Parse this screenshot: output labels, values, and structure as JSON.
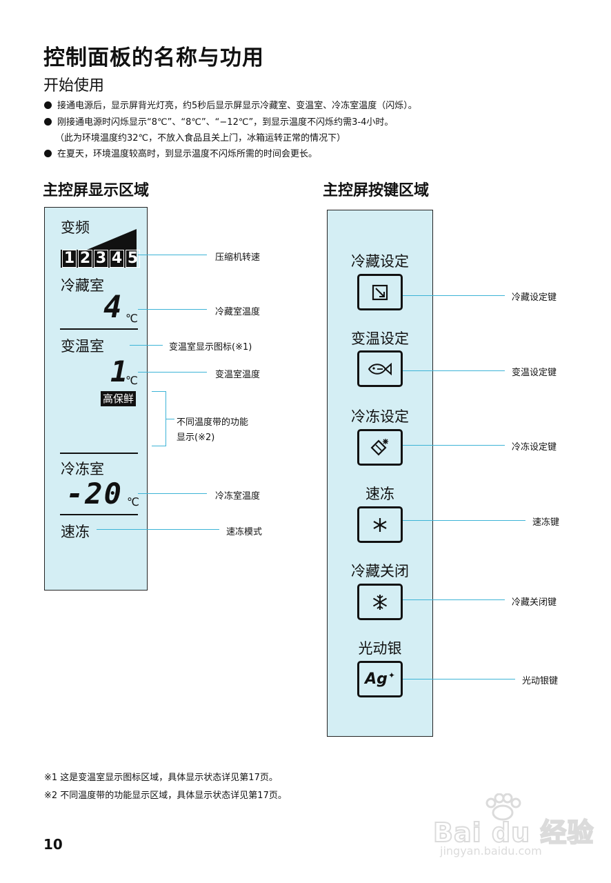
{
  "title": "控制面板的名称与功用",
  "subtitle": "开始使用",
  "intro": {
    "line1": "接通电源后，显示屏背光灯亮，约5秒后显示屏显示冷藏室、变温室、冷冻室温度（闪烁）。",
    "line2": "刚接通电源时闪烁显示“8℃”、“8℃”、“−12℃”，到显示温度不闪烁约需3-4小时。",
    "line3": "（此为环境温度约32℃，不放入食品且关上门，冰箱运转正常的情况下）",
    "line4": "在夏天，环境温度较高时，到显示温度不闪烁所需的时间会更长。"
  },
  "display_section": {
    "heading": "主控屏显示区域",
    "inverter_label": "变频",
    "speed_digits": [
      "1",
      "2",
      "3",
      "4",
      "5"
    ],
    "fridge_label": "冷藏室",
    "fridge_temp": "4",
    "unit": "℃",
    "variable_label": "变温室",
    "variable_temp": "1",
    "fresh_badge": "高保鲜",
    "freezer_label": "冷冻室",
    "freezer_temp": "-20",
    "quick_freeze_label": "速冻",
    "callouts": {
      "compressor": "压缩机转速",
      "fridge_temp": "冷藏室温度",
      "variable_icon": "变温室显示图标(※1)",
      "variable_temp": "变温室温度",
      "zone_function_1": "不同温度带的功能",
      "zone_function_2": "显示(※2)",
      "freezer_temp": "冷冻室温度",
      "quick_freeze_mode": "速冻模式"
    }
  },
  "button_section": {
    "heading": "主控屏按键区域",
    "buttons": [
      {
        "label": "冷藏设定",
        "callout": "冷藏设定键",
        "icon": "fridge-setting-icon"
      },
      {
        "label": "变温设定",
        "callout": "变温设定键",
        "icon": "fish-icon"
      },
      {
        "label": "冷冻设定",
        "callout": "冷冻设定键",
        "icon": "ice-cube-icon"
      },
      {
        "label": "速冻",
        "callout": "速冻键",
        "icon": "asterisk-icon"
      },
      {
        "label": "冷藏关闭",
        "callout": "冷藏关闭键",
        "icon": "snowflake-icon"
      },
      {
        "label": "光动银",
        "callout": "光动银键",
        "icon": "ag-icon",
        "icon_text": "Ag"
      }
    ]
  },
  "notes": {
    "note1": "※1  这是变温室显示图标区域，具体显示状态详见第17页。",
    "note2": "※2  不同温度带的功能显示区域，具体显示状态详见第17页。"
  },
  "page_number": "10",
  "watermark": {
    "brand": "Bai du 经验",
    "url": "jingyan.baidu.com"
  },
  "colors": {
    "panel_bg": "#d4eef4",
    "callout_line": "#3bb3d6"
  }
}
